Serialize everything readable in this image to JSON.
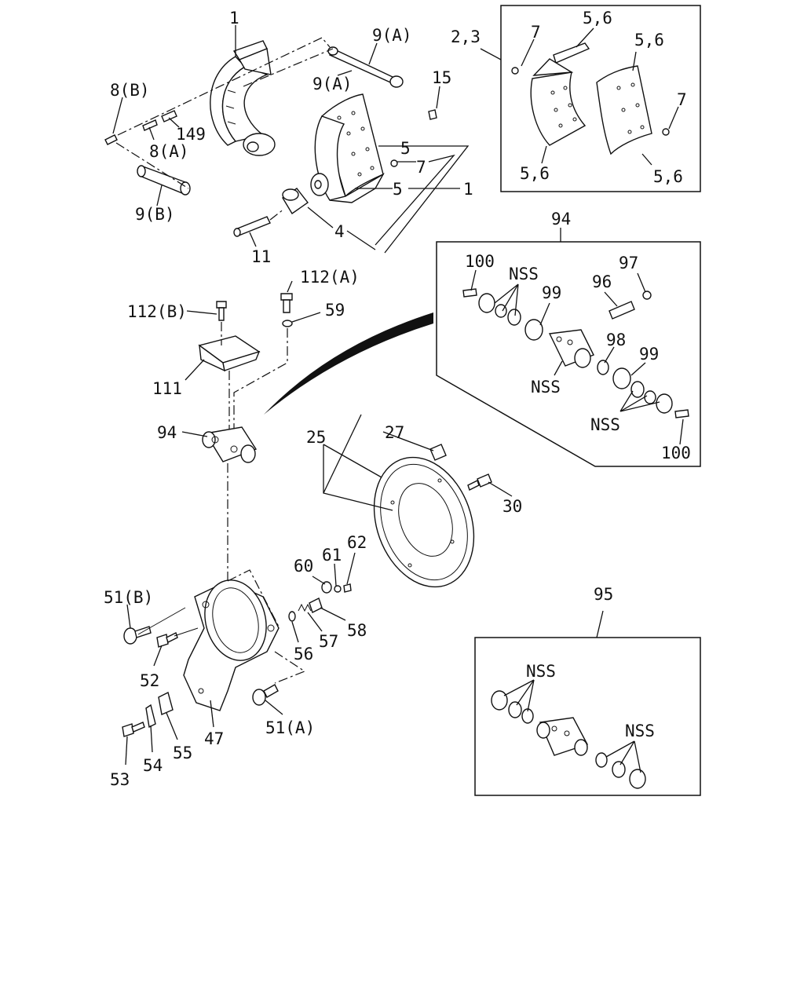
{
  "diagram": {
    "callouts": {
      "c_1": "1",
      "c_9a_top": "9(A)",
      "c_9a_mid": "9(A)",
      "c_8b": "8(B)",
      "c_149": "149",
      "c_8a": "8(A)",
      "c_9b": "9(B)",
      "c_15": "15",
      "c_5a": "5",
      "c_7": "7",
      "c_5b": "5",
      "c_1b": "1",
      "c_4": "4",
      "c_11": "11",
      "c_23": "2,3",
      "c_7_box_top": "7",
      "c_56_tl": "5,6",
      "c_56_tr": "5,6",
      "c_7_box_right": "7",
      "c_56_bl": "5,6",
      "c_56_br": "5,6",
      "c_94_box": "94",
      "c_100_top": "100",
      "c_nss_1": "NSS",
      "c_99_a": "99",
      "c_96": "96",
      "c_97": "97",
      "c_98": "98",
      "c_99_b": "99",
      "c_nss_2": "NSS",
      "c_nss_3": "NSS",
      "c_100_bottom": "100",
      "c_112a": "112(A)",
      "c_112b": "112(B)",
      "c_59": "59",
      "c_111": "111",
      "c_94": "94",
      "c_25": "25",
      "c_27": "27",
      "c_30": "30",
      "c_60": "60",
      "c_61": "61",
      "c_62": "62",
      "c_51b": "51(B)",
      "c_56": "56",
      "c_57": "57",
      "c_58": "58",
      "c_52": "52",
      "c_51a": "51(A)",
      "c_47": "47",
      "c_55": "55",
      "c_54": "54",
      "c_53": "53",
      "c_95": "95",
      "c_nss_95a": "NSS",
      "c_nss_95b": "NSS"
    }
  }
}
